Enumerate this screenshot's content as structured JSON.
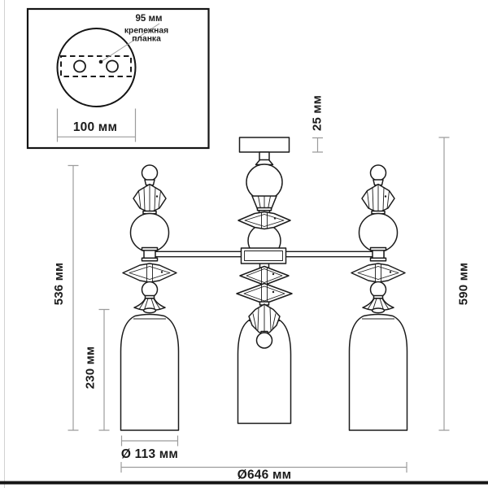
{
  "drawing": {
    "kind": "chandelier dimensional drawing",
    "lamp_count": 3
  },
  "colors": {
    "background": "#ffffff",
    "drawing_line": "#1b1b1b",
    "dimension_line": "#9c9c9c",
    "text": "#1b1b1b"
  },
  "mount_detail": {
    "hole_spacing_label": "95 мм",
    "bracket_label_line1": "крепежная",
    "bracket_label_line2": "планка",
    "canopy_diameter_label": "100 мм"
  },
  "dimension_labels": {
    "canopy_height": "25 мм",
    "body_height": "536 мм",
    "shade_height": "230 мм",
    "total_height": "590 мм",
    "shade_diameter": "Ø 113 мм",
    "total_width": "Ø646 мм"
  }
}
